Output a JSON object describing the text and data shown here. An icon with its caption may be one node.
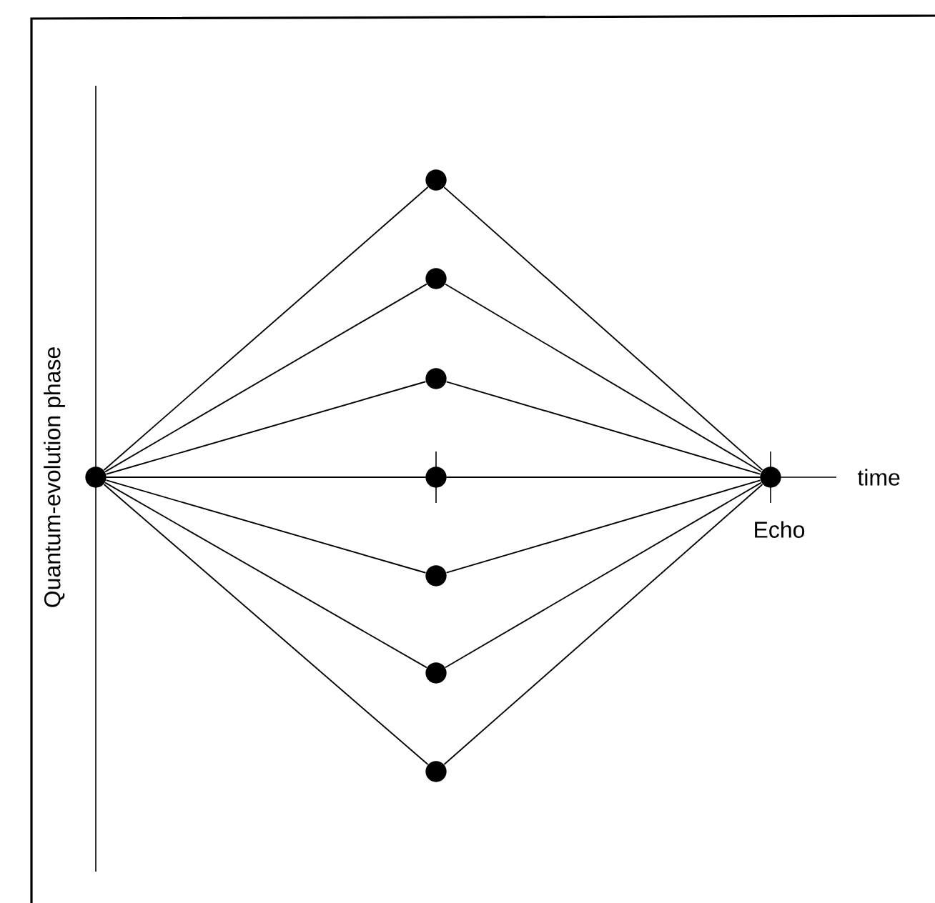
{
  "diagram": {
    "nodes": [
      {
        "text": [],
        "shape": "circle"
      },
      {
        "text": [],
        "shape": "circle"
      },
      {
        "text": [],
        "shape": "circle"
      },
      {
        "text": [],
        "shape": "circle"
      },
      {
        "text": [],
        "shape": "circle"
      },
      {
        "text": [],
        "shape": "circle"
      },
      {
        "text": [],
        "shape": "circle"
      },
      {
        "text": [],
        "shape": "circle"
      },
      {
        "text": [],
        "shape": "circle",
        "beside": [
          "Echo"
        ]
      }
    ],
    "edges": [
      {
        "from": 0,
        "to": 1,
        "arrow": "none"
      },
      {
        "from": 1,
        "to": 8,
        "arrow": "none"
      },
      {
        "from": 0,
        "to": 2,
        "arrow": "none"
      },
      {
        "from": 2,
        "to": 8,
        "arrow": "none"
      },
      {
        "from": 0,
        "to": 3,
        "arrow": "none"
      },
      {
        "from": 3,
        "to": 8,
        "arrow": "none"
      },
      {
        "from": 0,
        "to": 4,
        "arrow": "none"
      },
      {
        "from": 4,
        "to": 8,
        "arrow": "none"
      },
      {
        "from": 0,
        "to": 5,
        "arrow": "none"
      },
      {
        "from": 5,
        "to": 8,
        "arrow": "none"
      },
      {
        "from": 0,
        "to": 6,
        "arrow": "none"
      },
      {
        "from": 6,
        "to": 8,
        "arrow": "none"
      },
      {
        "from": 0,
        "to": 7,
        "arrow": "none"
      },
      {
        "from": 7,
        "to": 8,
        "arrow": "none"
      }
    ],
    "labels": [
      "Quantum-evolution phase",
      "time"
    ]
  }
}
